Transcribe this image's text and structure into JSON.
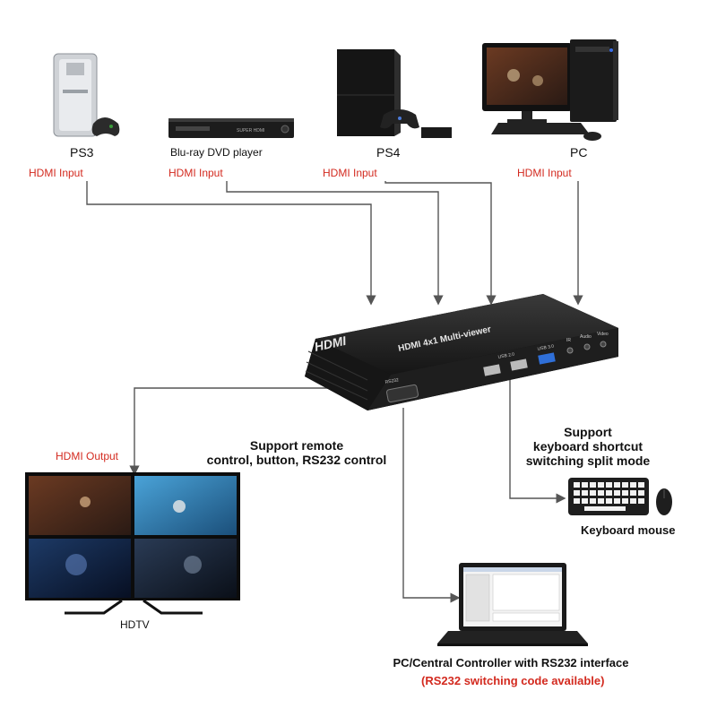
{
  "devices": {
    "ps3": {
      "name": "PS3",
      "port_label": "HDMI Input"
    },
    "bluray": {
      "name": "Blu-ray DVD player",
      "port_label": "HDMI Input",
      "brand_text": "SUPER HDMI"
    },
    "ps4": {
      "name": "PS4",
      "port_label": "HDMI Input"
    },
    "pc": {
      "name": "PC",
      "port_label": "HDMI Input"
    }
  },
  "multiviewer": {
    "logo": "HDMI",
    "model": "HDMI 4x1 Multi-viewer",
    "port_rs232": "RS232",
    "port_usb2": "USB 2.0",
    "port_usb3": "USB 3.0",
    "port_ir": "IR",
    "port_audio": "Audio",
    "port_video": "Video"
  },
  "output": {
    "port_label": "HDMI Output",
    "device_name": "HDTV"
  },
  "notes": {
    "remote_line1": "Support remote",
    "remote_line2": "control, button, RS232 control",
    "kb_line1": "Support",
    "kb_line2": "keyboard shortcut",
    "kb_line3": "switching split mode",
    "keyboard_mouse": "Keyboard  mouse",
    "controller": "PC/Central Controller with RS232 interface",
    "controller_sub": "(RS232 switching code available)"
  },
  "colors": {
    "accent_red": "#d32a1f",
    "wire": "#555555",
    "device_black": "#1c1c1c"
  }
}
